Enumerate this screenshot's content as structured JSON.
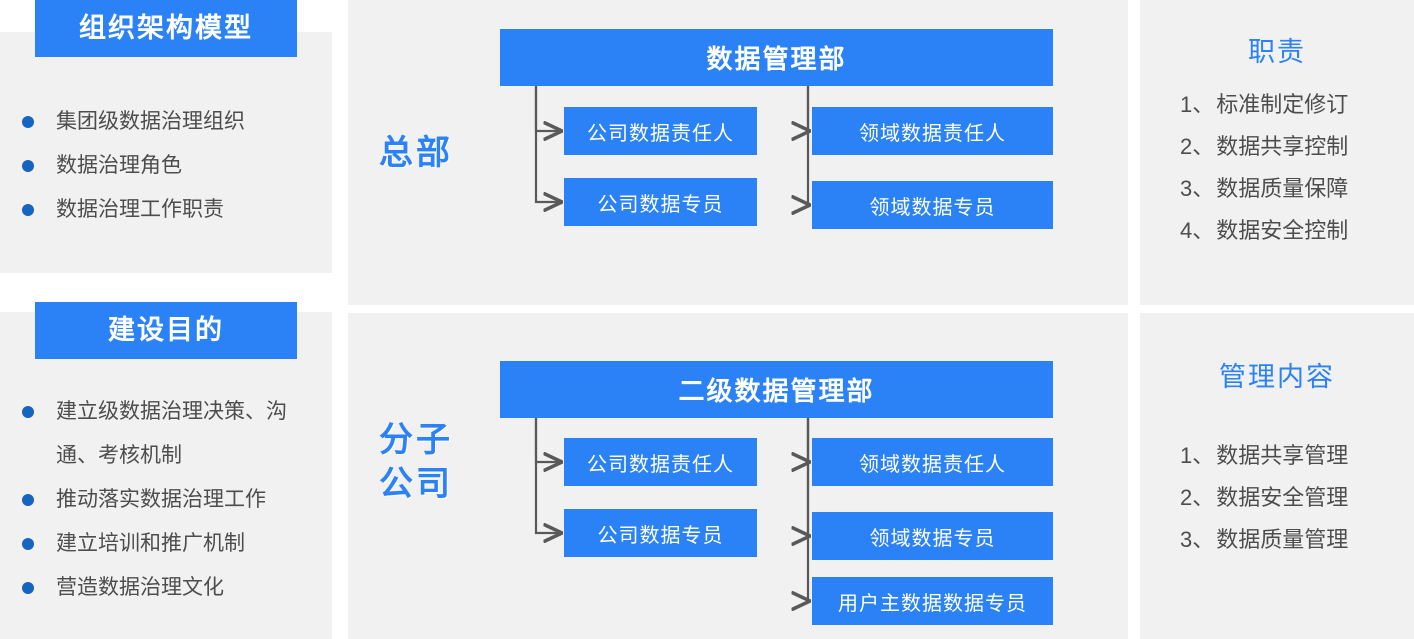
{
  "left_column": {
    "sections": [
      {
        "badge": "组织架构模型",
        "items": [
          "集团级数据治理组织",
          "数据治理角色",
          "数据治理工作职责"
        ]
      },
      {
        "badge": "建设目的",
        "items": [
          "建立级数据治理决策、沟通、考核机制",
          "推动落实数据治理工作",
          "建立培训和推广机制",
          "营造数据治理文化"
        ]
      }
    ]
  },
  "center_column": {
    "charts": [
      {
        "side_label": "总部",
        "header": "数据管理部",
        "left_branch": [
          "公司数据责任人",
          "公司数据专员"
        ],
        "right_branch": [
          "领域数据责任人",
          "领域数据专员"
        ]
      },
      {
        "side_label": "分子公司",
        "side_label_line1": "分子",
        "side_label_line2": "公司",
        "header": "二级数据管理部",
        "left_branch": [
          "公司数据责任人",
          "公司数据专员"
        ],
        "right_branch": [
          "领域数据责任人",
          "领域数据专员",
          "用户主数据数据专员"
        ]
      }
    ]
  },
  "right_column": {
    "sections": [
      {
        "title": "职责",
        "items": [
          {
            "index": "1、",
            "text": "标准制定修订"
          },
          {
            "index": "2、",
            "text": "数据共享控制"
          },
          {
            "index": "3、",
            "text": "数据质量保障"
          },
          {
            "index": "4、",
            "text": "数据安全控制"
          }
        ]
      },
      {
        "title": "管理内容",
        "items": [
          {
            "index": "1、",
            "text": "数据共享管理"
          },
          {
            "index": "2、",
            "text": "数据安全管理"
          },
          {
            "index": "3、",
            "text": "数据质量管理"
          }
        ]
      }
    ]
  },
  "colors": {
    "brand_blue": "#2b82f6",
    "panel_gray": "#f1f1f1",
    "text_gray": "#4d4d4d",
    "bullet_blue": "#1565c0",
    "connector_gray": "#595959"
  }
}
